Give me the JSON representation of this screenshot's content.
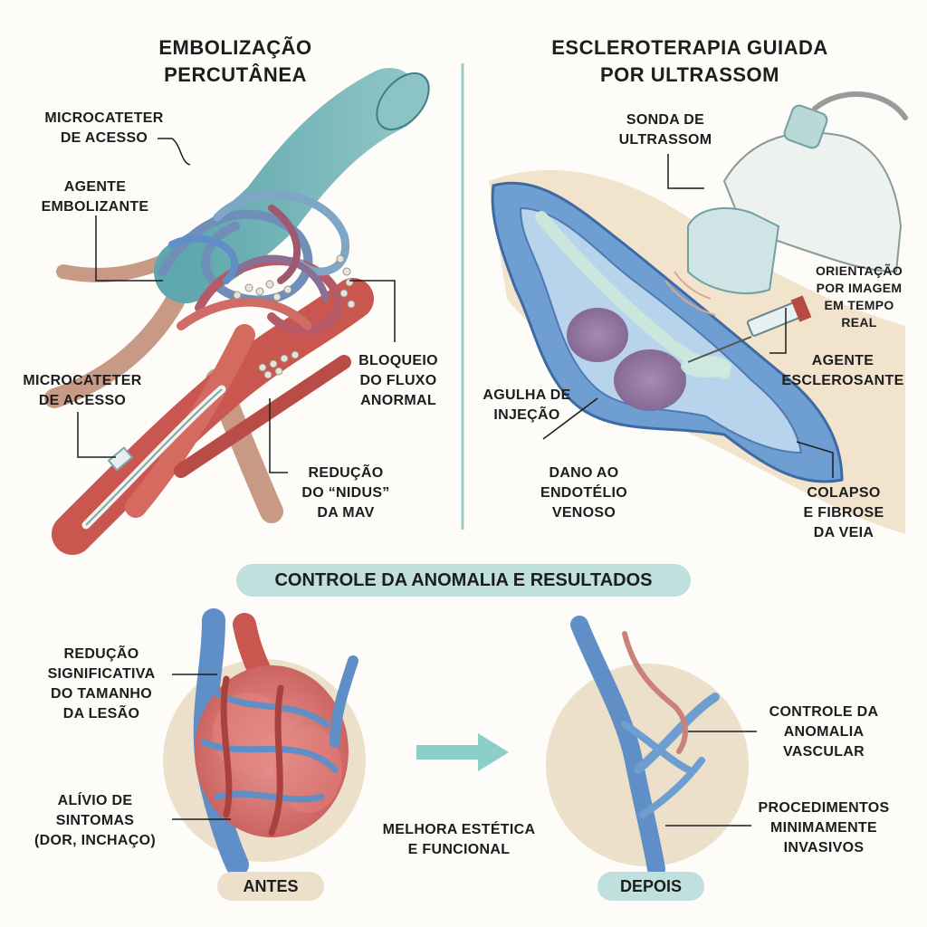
{
  "top_left": {
    "title": "EMBOLIZAÇÃO\nPERCUTÂNEA",
    "labels": {
      "microcatheter_top": "MICROCATETER\nDE ACESSO",
      "embolic_agent": "AGENTE\nEMBOLIZANTE",
      "microcatheter_bottom": "MICROCATETER\nDE ACESSO",
      "flow_block": "BLOQUEIO\nDO FLUXO\nANORMAL",
      "nidus_reduction": "REDUÇÃO\nDO “NIDUS”\nDA MAV"
    }
  },
  "top_right": {
    "title": "ESCLEROTERAPIA GUIADA\nPOR ULTRASSOM",
    "labels": {
      "probe": "SONDA DE\nULTRASSOM",
      "guidance": "ORIENTAÇÃO\nPOR IMAGEM\nEM TEMPO\nREAL",
      "sclerosing_agent": "AGENTE\nESCLEROSANTE",
      "needle": "AGULHA DE\nINJEÇÃO",
      "endothelium": "DANO AO\nENDOTÉLIO\nVENOSO",
      "collapse": "COLAPSO\nE FIBROSE\nDA VEIA"
    }
  },
  "bottom": {
    "banner": "CONTROLE DA ANOMALIA E RESULTADOS",
    "labels": {
      "size_reduction": "REDUÇÃO\nSIGNIFICATIVA\nDO TAMANHO\nDA LESÃO",
      "symptom_relief": "ALÍVIO DE\nSINTOMAS\n(DOR, INCHAÇO)",
      "improvement": "MELHORA ESTÉTICA\nE FUNCIONAL",
      "vascular_control": "CONTROLE DA\nANOMALIA\nVASCULAR",
      "minimally_invasive": "PROCEDIMENTOS\nMINIMAMENTE\nINVASIVOS"
    },
    "before_label": "ANTES",
    "after_label": "DEPOIS"
  },
  "colors": {
    "artery": "#c9564f",
    "vein": "#5f8fc6",
    "teal": "#bfe0dc",
    "beige": "#ede0cb",
    "skin": "#f1e3cc",
    "arrow": "#8ccfc8"
  }
}
